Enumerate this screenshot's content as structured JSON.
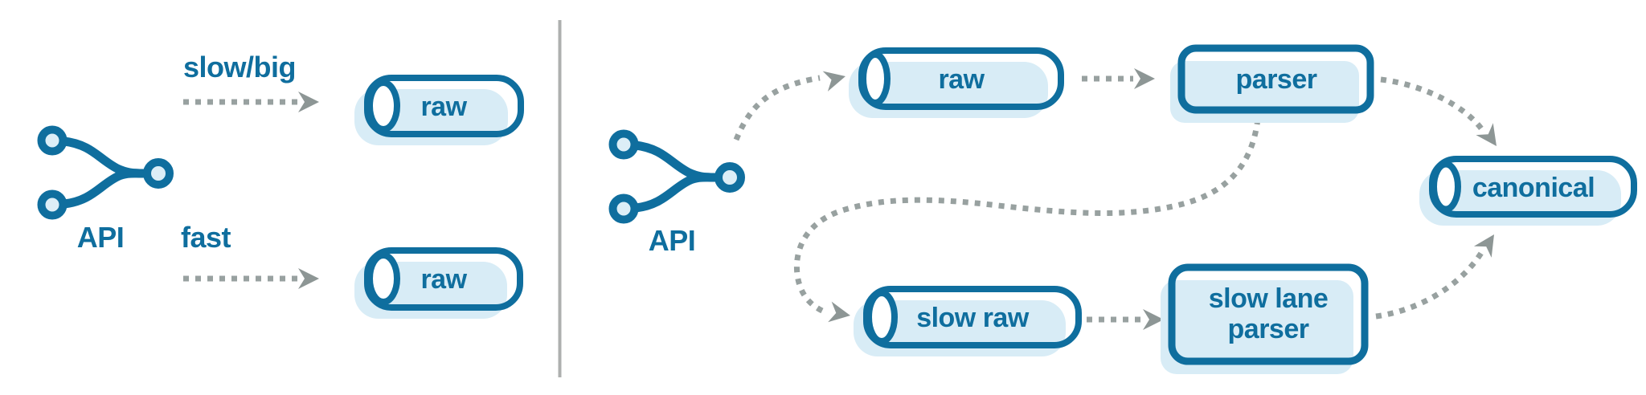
{
  "colors": {
    "ink_blue": "#0f6e9e",
    "light_blue_fill": "#d8ecf6",
    "node_inner_fill": "#ffffff",
    "dotted_gray": "#98a1a0",
    "arrowhead_gray": "#8d9695",
    "divider_gray": "#aeb0af",
    "background": "#ffffff"
  },
  "left_panel": {
    "api_label": "API",
    "lanes": [
      {
        "label": "slow/big",
        "target": "raw"
      },
      {
        "label": "fast",
        "target": "raw"
      }
    ],
    "cylinder_labels": [
      "raw",
      "raw"
    ],
    "edges": [
      {
        "from": "API",
        "via": "slow/big",
        "to": "raw"
      },
      {
        "from": "API",
        "via": "fast",
        "to": "raw"
      }
    ]
  },
  "right_panel": {
    "api_label": "API",
    "nodes": {
      "raw": {
        "label": "raw",
        "type": "cylinder"
      },
      "parser": {
        "label": "parser",
        "type": "box"
      },
      "slow_raw": {
        "label": "slow raw",
        "type": "cylinder"
      },
      "slow_lane_parser": {
        "label_line1": "slow lane",
        "label_line2": "parser",
        "type": "box"
      },
      "canonical": {
        "label": "canonical",
        "type": "cylinder"
      }
    },
    "edges": [
      {
        "from": "API",
        "to": "raw"
      },
      {
        "from": "raw",
        "to": "parser"
      },
      {
        "from": "parser",
        "to": "canonical"
      },
      {
        "from": "parser",
        "to": "slow raw"
      },
      {
        "from": "slow raw",
        "to": "slow lane parser"
      },
      {
        "from": "slow lane parser",
        "to": "canonical"
      }
    ]
  }
}
